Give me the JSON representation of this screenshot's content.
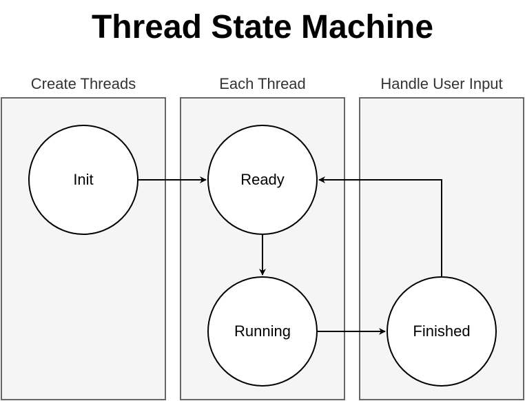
{
  "title": "Thread State Machine",
  "lanes": [
    {
      "label": "Create Threads"
    },
    {
      "label": "Each Thread"
    },
    {
      "label": "Handle User Input"
    }
  ],
  "states": {
    "init": "Init",
    "ready": "Ready",
    "running": "Running",
    "finished": "Finished"
  },
  "transitions": [
    {
      "from": "Init",
      "to": "Ready"
    },
    {
      "from": "Ready",
      "to": "Running"
    },
    {
      "from": "Running",
      "to": "Finished"
    },
    {
      "from": "Finished",
      "to": "Ready"
    }
  ],
  "colors": {
    "lane_fill": "#f5f5f5",
    "lane_border": "#666666",
    "lane_label": "#333333",
    "state_fill": "#ffffff",
    "stroke": "#000000"
  }
}
